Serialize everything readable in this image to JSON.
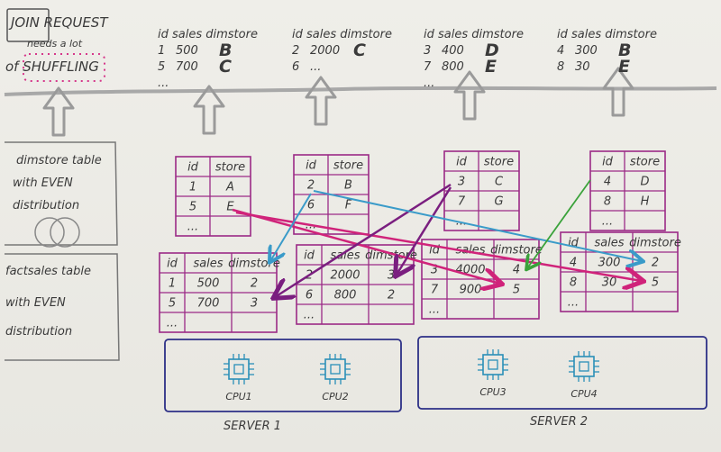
{
  "title_note": {
    "line1": "JOIN REQUEST",
    "line2": "needs a lot",
    "line3": "of SHUFFLING"
  },
  "side_notes": {
    "dim_note": [
      "dimstore table",
      "with EVEN",
      "distribution"
    ],
    "fact_note": [
      "factsales table",
      "with EVEN",
      "distribution"
    ]
  },
  "results": [
    {
      "header": [
        "id",
        "sales",
        "dimstore"
      ],
      "rows": [
        [
          "1",
          "500",
          "B"
        ],
        [
          "5",
          "700",
          "C"
        ],
        [
          "...",
          "",
          ""
        ]
      ]
    },
    {
      "header": [
        "id",
        "sales",
        "dimstore"
      ],
      "rows": [
        [
          "2",
          "2000",
          "C"
        ],
        [
          "6",
          "...",
          ""
        ]
      ]
    },
    {
      "header": [
        "id",
        "sales",
        "dimstore"
      ],
      "rows": [
        [
          "3",
          "400",
          "D"
        ],
        [
          "7",
          "800",
          "E"
        ],
        [
          "...",
          "",
          ""
        ]
      ]
    },
    {
      "header": [
        "id",
        "sales",
        "dimstore"
      ],
      "rows": [
        [
          "4",
          "300",
          "B"
        ],
        [
          "8",
          "30",
          "E"
        ]
      ]
    }
  ],
  "dim_tables": [
    {
      "header": [
        "id",
        "store"
      ],
      "rows": [
        [
          "1",
          "A"
        ],
        [
          "5",
          "E"
        ],
        [
          "...",
          ""
        ]
      ]
    },
    {
      "header": [
        "id",
        "store"
      ],
      "rows": [
        [
          "2",
          "B"
        ],
        [
          "6",
          "F"
        ],
        [
          "...",
          ""
        ]
      ]
    },
    {
      "header": [
        "id",
        "store"
      ],
      "rows": [
        [
          "3",
          "C"
        ],
        [
          "7",
          "G"
        ],
        [
          "...",
          ""
        ]
      ]
    },
    {
      "header": [
        "id",
        "store"
      ],
      "rows": [
        [
          "4",
          "D"
        ],
        [
          "8",
          "H"
        ],
        [
          "...",
          ""
        ]
      ]
    }
  ],
  "fact_tables": [
    {
      "header": [
        "id",
        "sales",
        "dimstore"
      ],
      "rows": [
        [
          "1",
          "500",
          "2"
        ],
        [
          "5",
          "700",
          "3"
        ],
        [
          "...",
          "",
          ""
        ]
      ]
    },
    {
      "header": [
        "id",
        "sales",
        "dimstore"
      ],
      "rows": [
        [
          "2",
          "2000",
          "3"
        ],
        [
          "6",
          "800",
          "2"
        ],
        [
          "...",
          "",
          ""
        ]
      ]
    },
    {
      "header": [
        "id",
        "sales",
        "dimstore"
      ],
      "rows": [
        [
          "3",
          "4000",
          "4"
        ],
        [
          "7",
          "900",
          "5"
        ],
        [
          "...",
          "",
          ""
        ]
      ]
    },
    {
      "header": [
        "id",
        "sales",
        "dimstore"
      ],
      "rows": [
        [
          "4",
          "300",
          "2"
        ],
        [
          "8",
          "30",
          "5"
        ],
        [
          "...",
          "",
          ""
        ]
      ]
    }
  ],
  "cpus": [
    "CPU1",
    "CPU2",
    "CPU3",
    "CPU4"
  ],
  "servers": [
    "SERVER 1",
    "SERVER 2"
  ],
  "colors": {
    "table": "#9b2a86",
    "server": "#2c2f86",
    "arrow_magenta": "#d0237a",
    "arrow_purple": "#7a1e7f",
    "arrow_blue": "#3a9bc9",
    "arrow_green": "#3aa23a",
    "letter_blue": "#2b8fc9",
    "letter_green": "#2e9a3a",
    "letter_pink": "#e0307a",
    "letter_dark": "#2a1636",
    "chip": "#2a8fb8",
    "gray": "#9a9a9a"
  }
}
